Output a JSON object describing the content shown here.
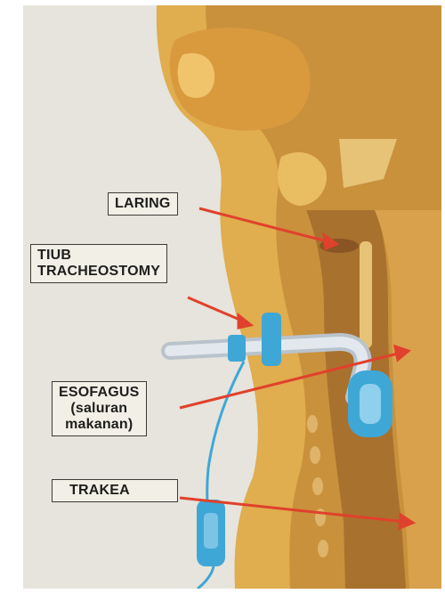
{
  "labels": {
    "laring": "LARING",
    "tiub_line1": "TIUB",
    "tiub_line2": "TRACHEOSTOMY",
    "esofagus_line1": "ESOFAGUS",
    "esofagus_line2": "(saluran",
    "esofagus_line3": "makanan)",
    "trakea": "TRAKEA"
  },
  "colors": {
    "background": "#e8e6df",
    "skin": "#e0ad4f",
    "skin_dark": "#c58a2e",
    "airway": "#c98f4a",
    "tube": "#d6dde6",
    "connector": "#3fa7d6",
    "arrow": "#e0412c"
  }
}
